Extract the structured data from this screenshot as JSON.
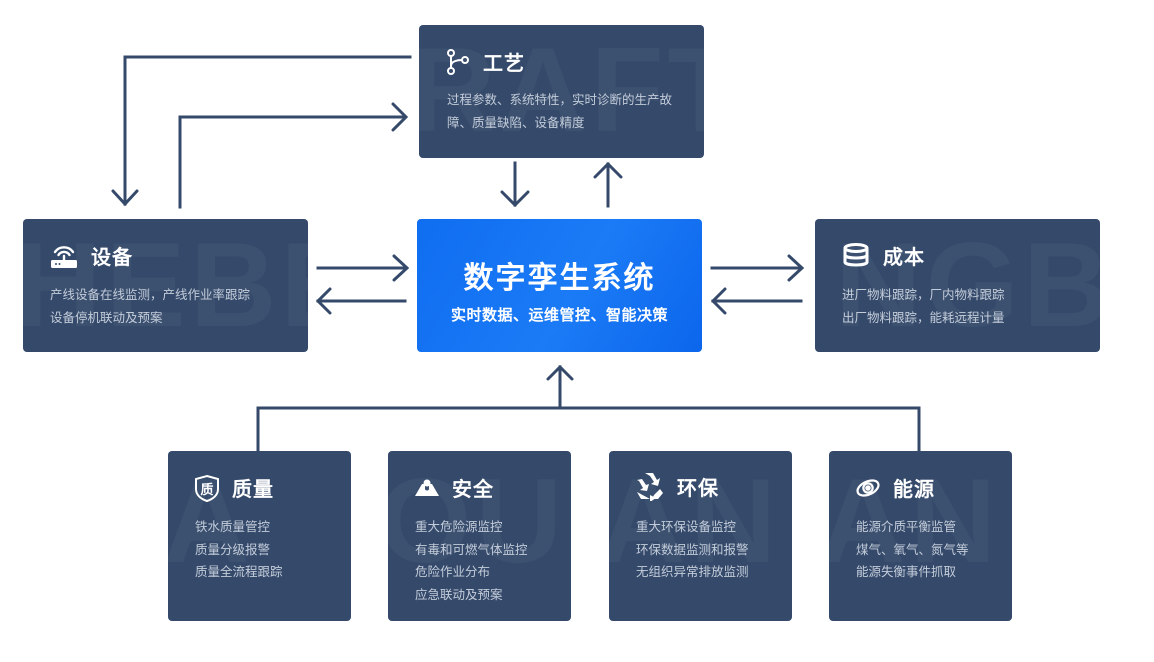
{
  "colors": {
    "card_bg": "#354a6b",
    "core_bg": "#1473f3",
    "line": "#354a6b",
    "desc_text": "#c3ccd9"
  },
  "core": {
    "title": "数字孪生系统",
    "subtitle": "实时数据、运维管控、智能决策"
  },
  "top": {
    "icon": "branch-icon",
    "title": "工艺",
    "watermark": "RAFT",
    "desc": [
      "过程参数、系统特性，实时诊断的生产故",
      "障、质量缺陷、设备精度"
    ]
  },
  "left": {
    "icon": "router-icon",
    "title": "设备",
    "watermark": "HEBEI",
    "desc": [
      "产线设备在线监测，产线作业率跟踪",
      "设备停机联动及预案"
    ]
  },
  "right": {
    "icon": "database-icon",
    "title": "成本",
    "watermark": "NGB",
    "desc": [
      "进厂物料跟踪，厂内物料跟踪",
      "出厂物料跟踪，能耗远程计量"
    ]
  },
  "bottom": [
    {
      "icon": "quality-shield-icon",
      "icon_char": "质",
      "title": "质量",
      "watermark": "A",
      "desc": [
        "铁水质量管控",
        "质量分级报警",
        "质量全流程跟踪"
      ]
    },
    {
      "icon": "helmet-icon",
      "title": "安全",
      "watermark": "OU",
      "desc": [
        "重大危险源监控",
        "有毒和可燃气体监控",
        "危险作业分布",
        "应急联动及预案"
      ]
    },
    {
      "icon": "recycle-icon",
      "title": "环保",
      "watermark": "AN",
      "desc": [
        "重大环保设备监控",
        "环保数据监测和报警",
        "无组织异常排放监测"
      ]
    },
    {
      "icon": "energy-atom-icon",
      "title": "能源",
      "watermark": "AN",
      "desc": [
        "能源介质平衡监管",
        "煤气、氧气、氮气等",
        "能源失衡事件抓取"
      ]
    }
  ]
}
